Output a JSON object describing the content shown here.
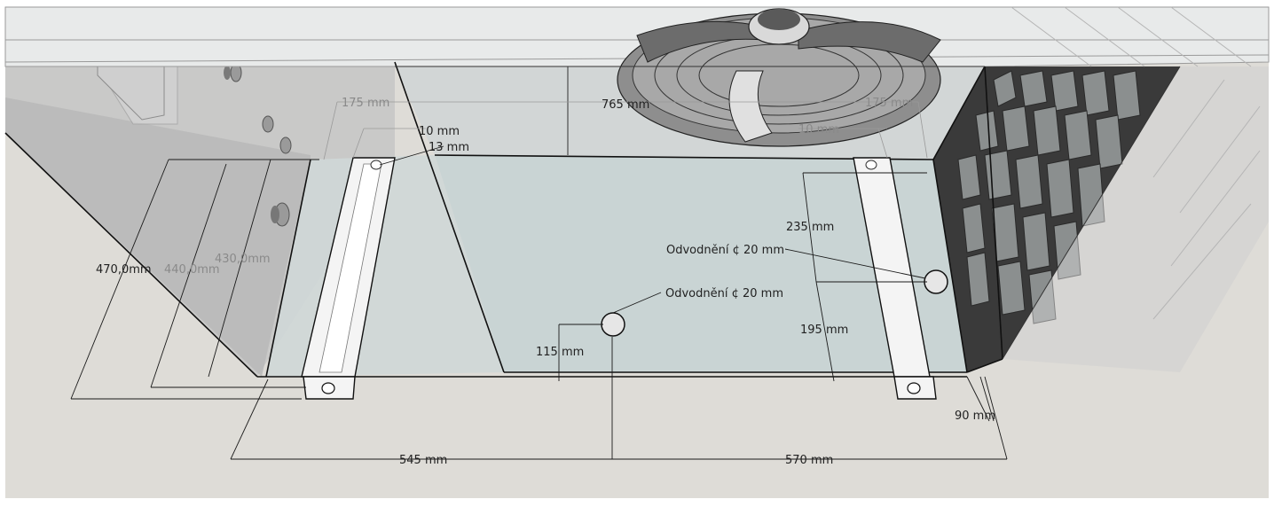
{
  "dimensions": {
    "d470": "470,0mm",
    "d440": "440,0mm",
    "d430": "430,0mm",
    "d175_left": "175 mm",
    "d765": "765 mm",
    "d175_right": "175 mm",
    "d10": "10 mm",
    "d13": "13 mm",
    "d10_right": "10 mm",
    "d235": "235 mm",
    "d195": "195 mm",
    "d115": "115 mm",
    "d545": "545 mm",
    "d570": "570 mm",
    "d90": "90 mm"
  },
  "annotations": {
    "drain_center": "Odvodnění ¢ 20 mm",
    "drain_right": "Odvodnění ¢ 20 mm"
  },
  "colors": {
    "floor": "#dedcd7",
    "base_plate": "#c9d4d4",
    "left_wall": "#c8c8c8",
    "back_wall": "#d2d6d6",
    "top_panel": "#e8eaea",
    "grid": "#3a3a3a",
    "rail": "#f4f4f4",
    "fan_dark": "#6c6c6c",
    "fan_mid": "#8e8e8e"
  }
}
